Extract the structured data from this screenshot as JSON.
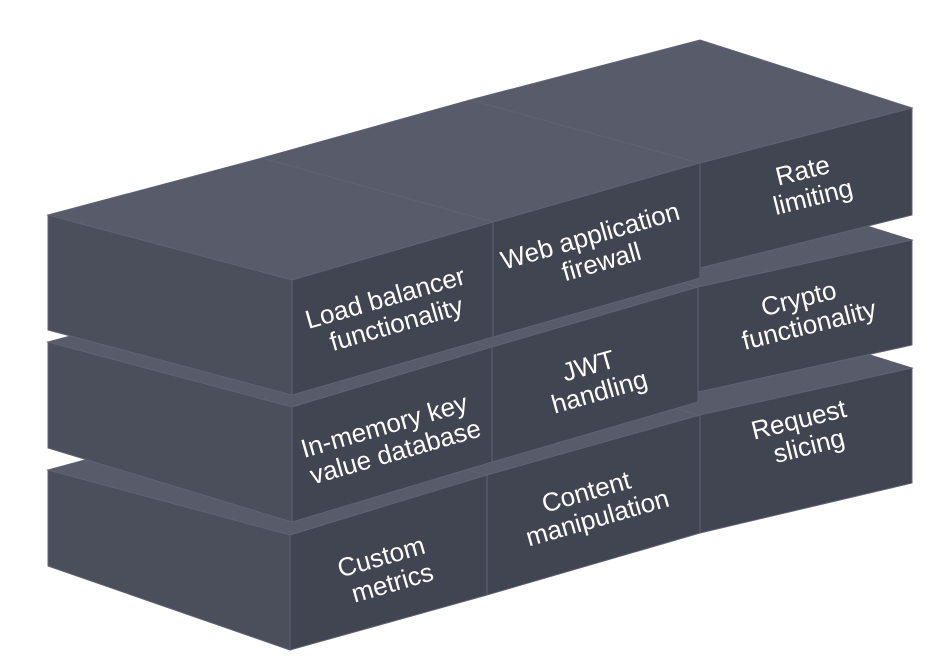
{
  "colors": {
    "top": "#585b6a",
    "left_side": "#4b4e5b",
    "front_face": "#414451",
    "edge_line": "#5f6271",
    "label": "#ffffff"
  },
  "blocks": [
    {
      "id": "load-balancer",
      "label_lines": [
        "Load balancer",
        "functionality"
      ]
    },
    {
      "id": "web-application-firewall",
      "label_lines": [
        "Web application",
        "firewall"
      ]
    },
    {
      "id": "rate-limiting",
      "label_lines": [
        "Rate",
        "limiting"
      ]
    },
    {
      "id": "in-memory-key-value-database",
      "label_lines": [
        "In-memory key",
        "value database"
      ]
    },
    {
      "id": "jwt-handling",
      "label_lines": [
        "JWT",
        "handling"
      ]
    },
    {
      "id": "crypto-functionality",
      "label_lines": [
        "Crypto",
        "functionality"
      ]
    },
    {
      "id": "custom-metrics",
      "label_lines": [
        "Custom",
        "metrics"
      ]
    },
    {
      "id": "content-manipulation",
      "label_lines": [
        "Content",
        "manipulation"
      ]
    },
    {
      "id": "request-slicing",
      "label_lines": [
        "Request",
        "slicing"
      ]
    }
  ]
}
